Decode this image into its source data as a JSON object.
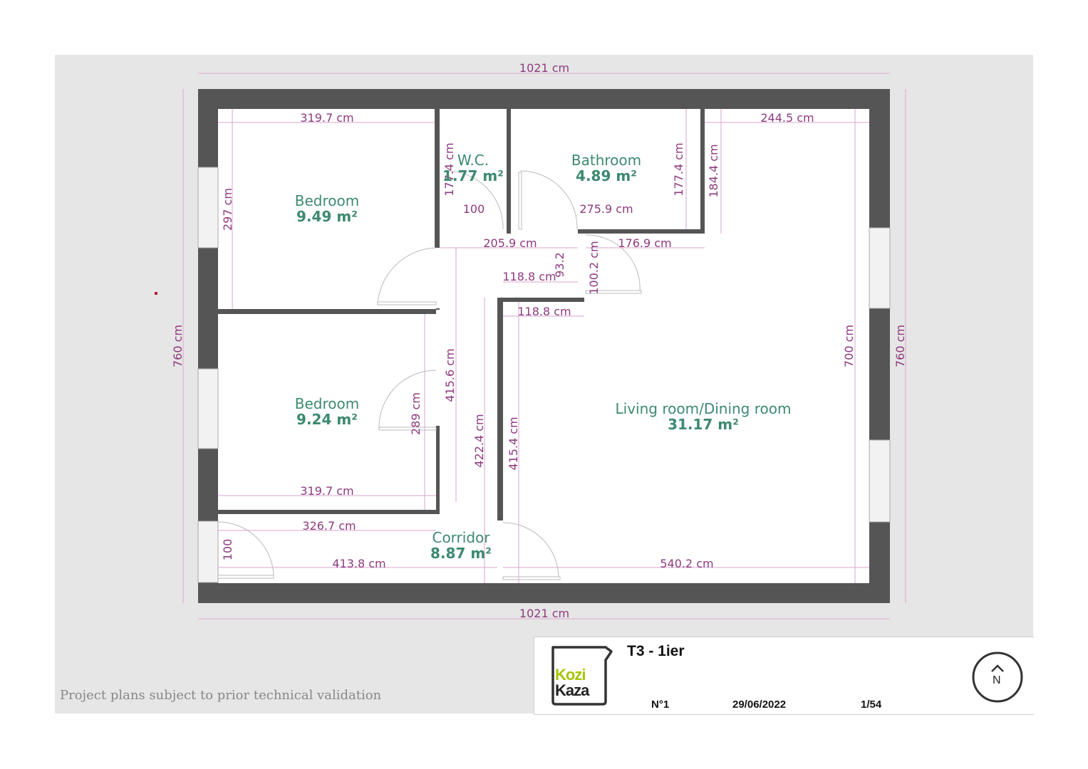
{
  "plan": {
    "rooms": [
      {
        "name": "Bedroom",
        "area": "9.49 m²"
      },
      {
        "name": "W.C.",
        "area": "1.77 m²"
      },
      {
        "name": "Bathroom",
        "area": "4.89 m²"
      },
      {
        "name": "Bedroom",
        "area": "9.24 m²"
      },
      {
        "name": "Living room/Dining room",
        "area": "31.17 m²"
      },
      {
        "name": "Corridor",
        "area": "8.87 m²"
      }
    ],
    "dimensions": {
      "top_overall": "1021 cm",
      "bottom_overall": "1021 cm",
      "left_overall": "760 cm",
      "right_overall": "760 cm",
      "bedroom1_width": "319.7 cm",
      "bedroom1_height": "297 cm",
      "wc_height": "177.4 cm",
      "wc_door": "100",
      "bath_height_a": "177.4 cm",
      "bath_height_b": "184.4 cm",
      "bath_width": "275.9 cm",
      "living_top_width": "244.5 cm",
      "corr_top_width": "205.9 cm",
      "right_segment_width": "176.9 cm",
      "stub_width_a": "118.8 cm",
      "stub_width_b": "118.8 cm",
      "stub_height": "93.2",
      "stub_height_b": "100.2 cm",
      "bedroom2_height": "289 cm",
      "bedroom2_width": "319.7 cm",
      "corr_height_a": "415.6 cm",
      "corr_height_b": "422.4 cm",
      "living_left_height": "415.4 cm",
      "living_height": "700 cm",
      "corr_bottom_width": "326.7 cm",
      "entry_door": "100",
      "bottom_left_width": "413.8 cm",
      "bottom_right_width": "540.2 cm"
    }
  },
  "disclaimer": "Project plans subject to prior technical validation",
  "title_block": {
    "logo_line1": "Kozi",
    "logo_line2": "Kaza",
    "title": "T3 - 1ier",
    "number": "N°1",
    "date": "29/06/2022",
    "page": "1/54",
    "compass_label": "N"
  },
  "colors": {
    "wall": "#555555",
    "dimension": "#8e3a7e",
    "room_label": "#3d8a6e",
    "background": "#e6e6e6",
    "logo_green": "#a5c400"
  }
}
